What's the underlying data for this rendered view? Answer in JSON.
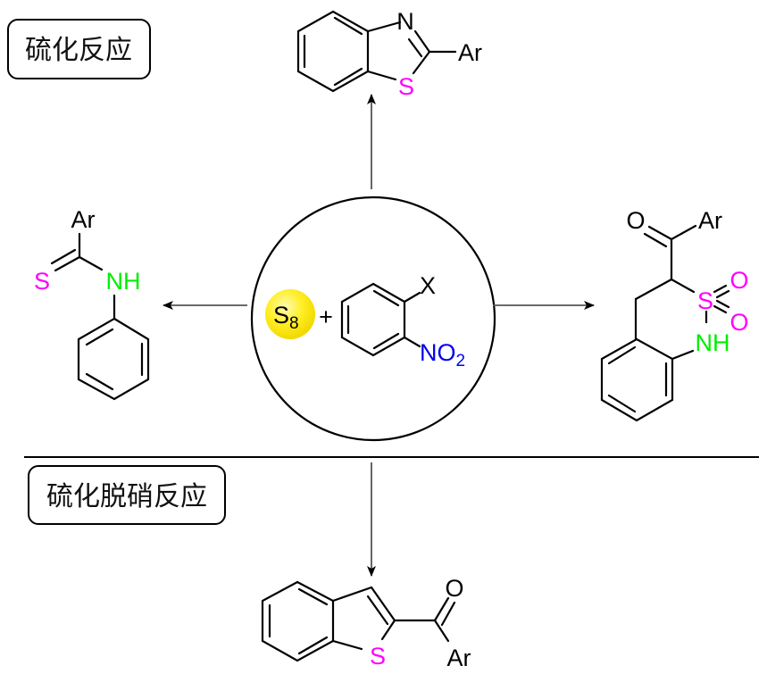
{
  "colors": {
    "sulfur": "#ff00ff",
    "nitrogen_nh": "#00ee00",
    "nitro": "#0000ee",
    "s8_fill": "#ffee00",
    "bond": "#000000"
  },
  "labels": {
    "sulfuration": "硫化反应",
    "sulfuration_denitration": "硫化脱硝反应"
  },
  "reactants": {
    "s8": {
      "symbol": "S",
      "subscript": "8"
    },
    "plus": "+",
    "nitroarene": {
      "substituent_x": "X",
      "nitro": "NO",
      "nitro_subscript": "2"
    }
  },
  "products": {
    "benzothiazole": {
      "n": "N",
      "s": "S",
      "ar": "Ar"
    },
    "thioamide": {
      "ar": "Ar",
      "s": "S",
      "nh": "NH"
    },
    "sultam": {
      "o_carbonyl": "O",
      "ar": "Ar",
      "s": "S",
      "o1": "O",
      "o2": "O",
      "nh": "NH"
    },
    "benzothiophene_ketone": {
      "s": "S",
      "o": "O",
      "ar": "Ar"
    }
  }
}
